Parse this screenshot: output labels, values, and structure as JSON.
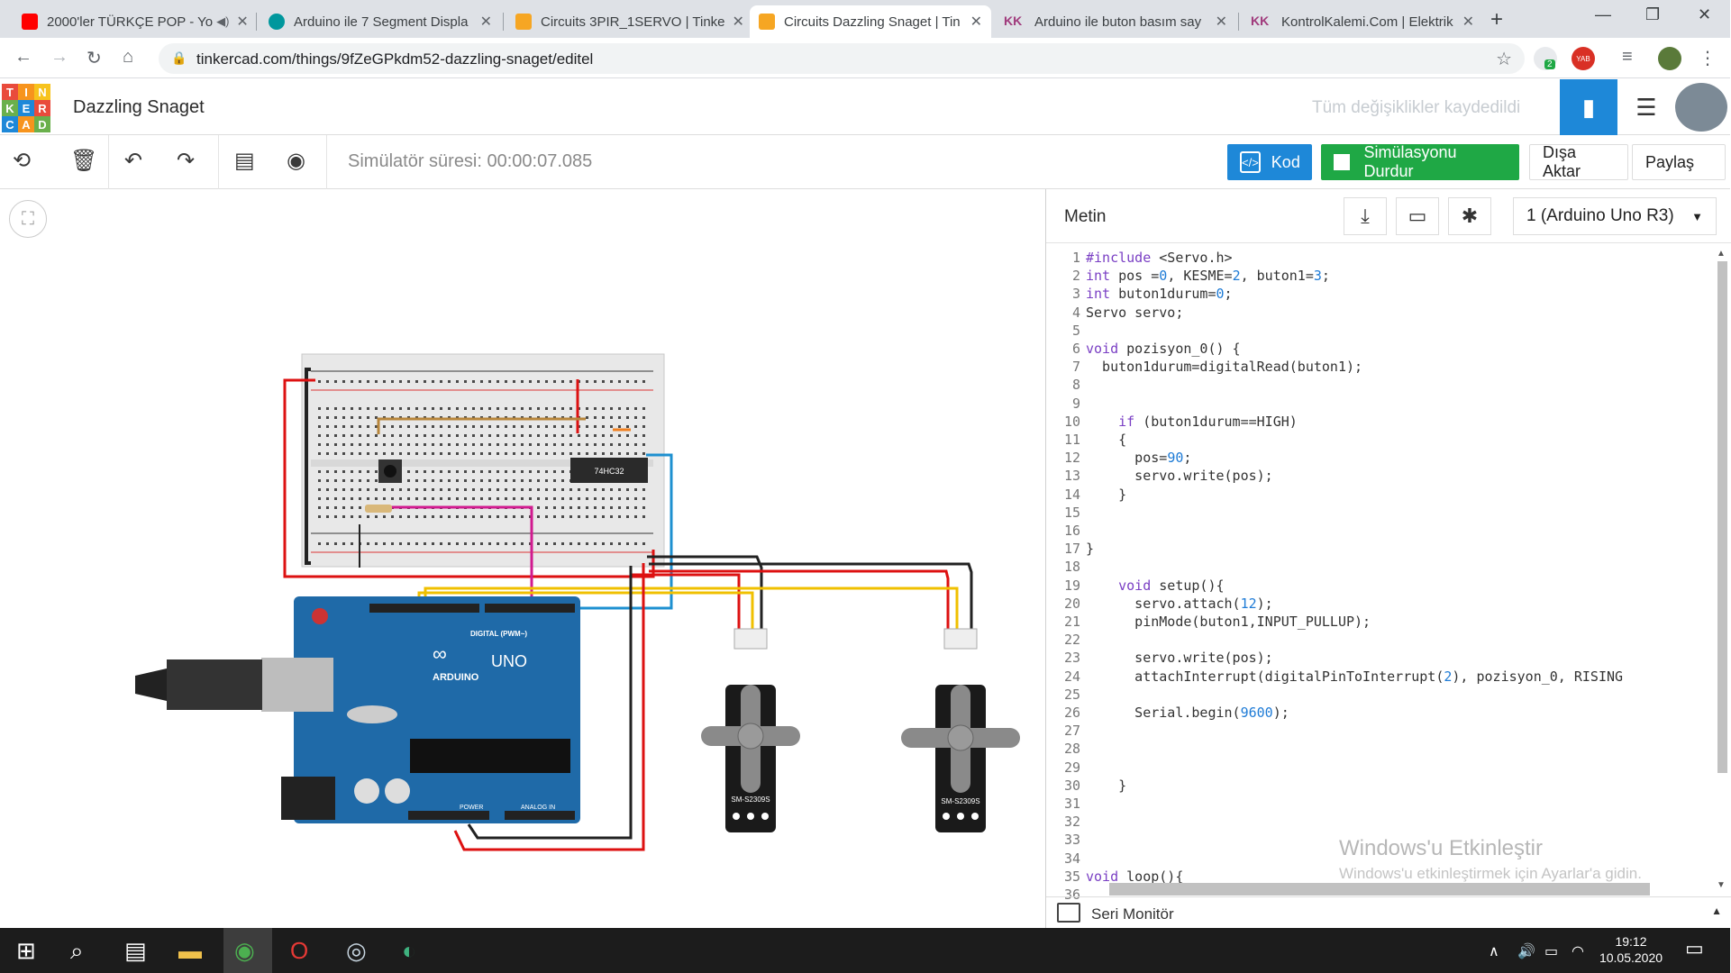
{
  "browser": {
    "tabs": [
      {
        "title": "2000'ler TÜRKÇE POP - Yo",
        "favicon_color": "#ff0000"
      },
      {
        "title": "Arduino ile 7 Segment Displa",
        "favicon_color": "#00979d"
      },
      {
        "title": "Circuits 3PIR_1SERVO | Tinke",
        "favicon_color": "#f6a623"
      },
      {
        "title": "Circuits Dazzling Snaget | Tin",
        "favicon_color": "#f6a623"
      },
      {
        "title": "Arduino ile buton basım say",
        "favicon_color": "#a03a7c"
      },
      {
        "title": "KontrolKalemi.Com | Elektrik",
        "favicon_color": "#a03a7c"
      }
    ],
    "url": "tinkercad.com/things/9fZeGPkdm52-dazzling-snaget/editel",
    "ext_badge": "2",
    "ext_yab": "YAB"
  },
  "header": {
    "logo_letters": [
      "T",
      "I",
      "N",
      "K",
      "E",
      "R",
      "C",
      "A",
      "D"
    ],
    "project_title": "Dazzling Snaget",
    "saved_status": "Tüm değişiklikler kaydedildi"
  },
  "toolbar": {
    "sim_time": "Simülatör süresi: 00:00:07.085",
    "kod_label": "Kod",
    "sim_stop_label": "Simülasyonu Durdur",
    "export_label": "Dışa Aktar",
    "share_label": "Paylaş"
  },
  "circuit": {
    "chip_label": "74HC32",
    "servo_label": "SM-S2309S",
    "arduino_brand": "ARDUINO",
    "arduino_model": "UNO",
    "digital_label": "DIGITAL (PWM~)",
    "power_label": "POWER",
    "analog_label": "ANALOG IN"
  },
  "code_panel": {
    "title": "Metin",
    "device": "1 (Arduino Uno R3)",
    "serial_monitor": "Seri Monitör",
    "lines": [
      "#include <Servo.h>",
      "int pos =0, KESME=2, buton1=3;",
      "int buton1durum=0;",
      "Servo servo;",
      "",
      "void pozisyon_0() {",
      "  buton1durum=digitalRead(buton1);",
      "",
      "",
      "    if (buton1durum==HIGH)",
      "    {",
      "      pos=90;",
      "      servo.write(pos);",
      "    }",
      "",
      "",
      "}",
      "",
      "    void setup(){",
      "      servo.attach(12);",
      "      pinMode(buton1,INPUT_PULLUP);",
      "",
      "      servo.write(pos);",
      "      attachInterrupt(digitalPinToInterrupt(2), pozisyon_0, RISING",
      "",
      "      Serial.begin(9600);",
      "",
      "",
      "",
      "    }",
      "",
      "",
      "",
      "",
      "void loop(){",
      ""
    ]
  },
  "watermark": {
    "line1": "Windows'u Etkinleştir",
    "line2": "Windows'u etkinleştirmek için Ayarlar'a gidin."
  },
  "taskbar": {
    "time": "19:12",
    "date": "10.05.2020"
  }
}
